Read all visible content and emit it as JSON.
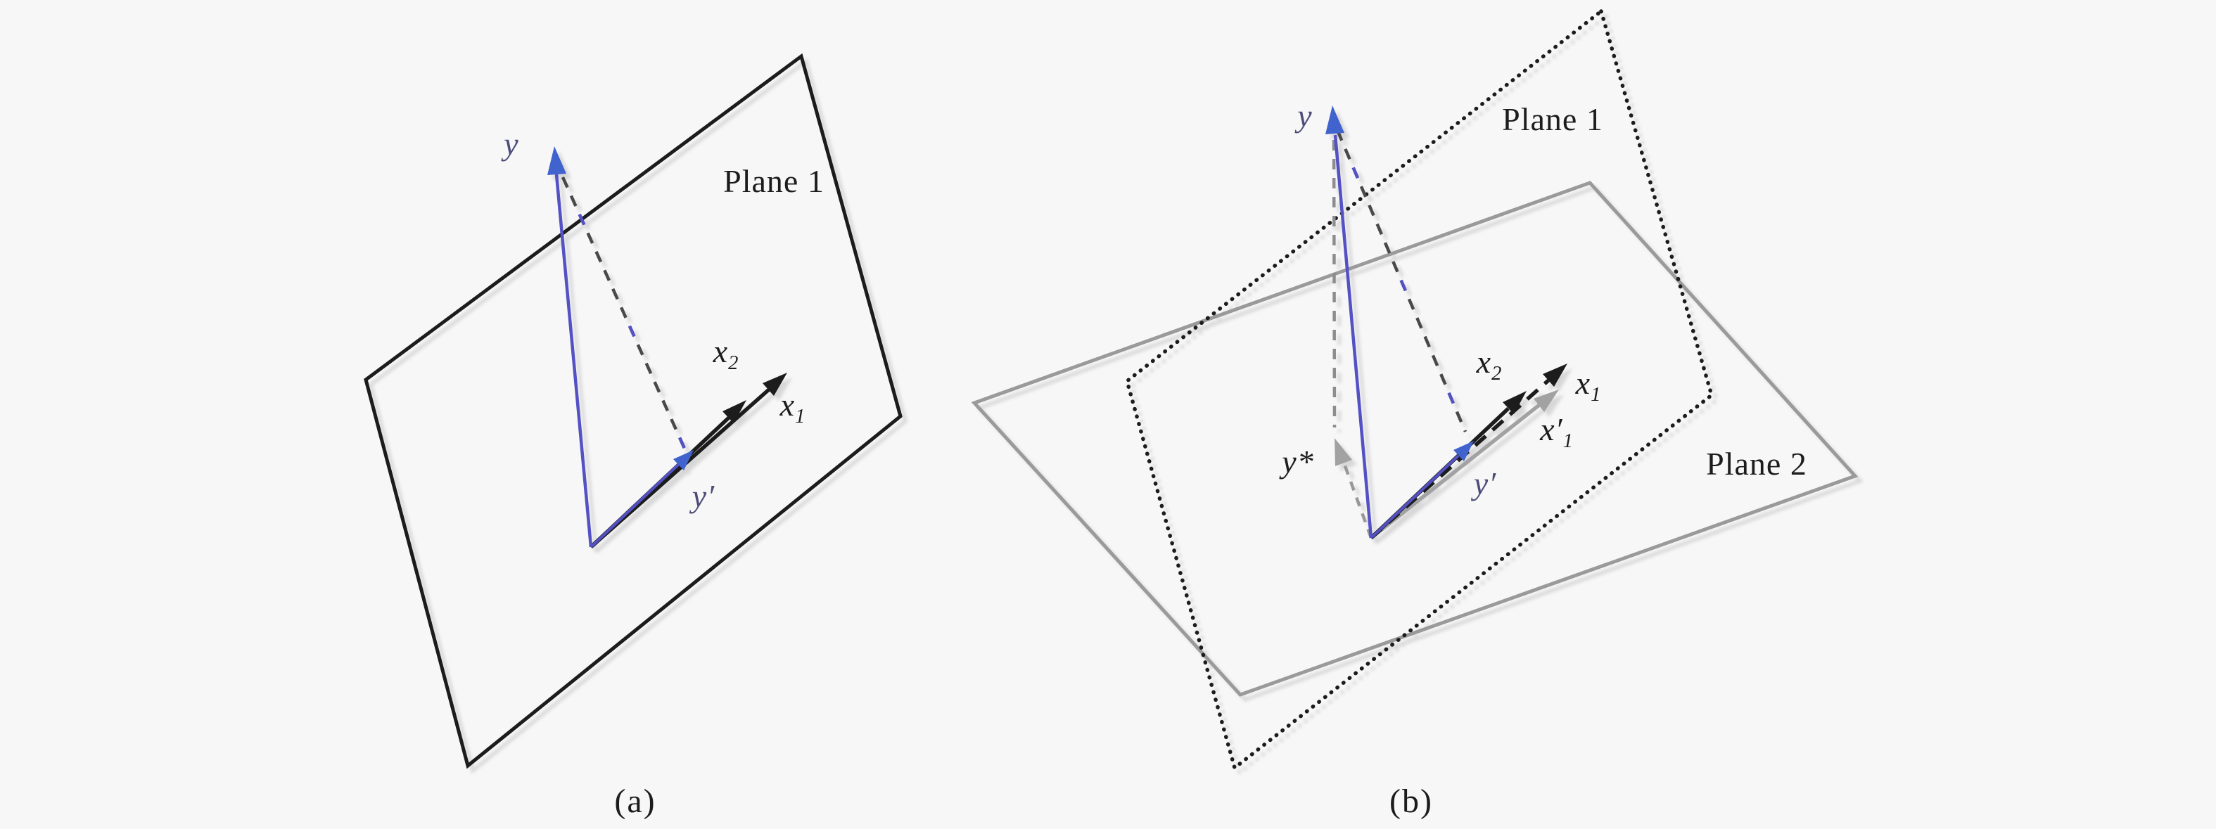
{
  "colors": {
    "background": "#f7f7f8",
    "plane1_stroke": "#1b1b1b",
    "plane2_stroke": "#9a9a9a",
    "black_arrow": "#1e1e1e",
    "gray_arrow": "#a2a2a2",
    "blue_shaft": "#5351c3",
    "blue_head": "#4064cd",
    "dash_dark": "#4a4a4a",
    "dash_gray": "#8d8d8d",
    "dash_gray_light": "#989898"
  },
  "figure_a": {
    "caption": "(a)",
    "plane1_label": "Plane 1",
    "labels": {
      "y": {
        "base": "y"
      },
      "x2": {
        "base": "x",
        "sub": "2"
      },
      "x1": {
        "base": "x",
        "sub": "1"
      },
      "y_prime": {
        "base": "y′"
      }
    }
  },
  "figure_b": {
    "caption": "(b)",
    "plane1_label": "Plane 1",
    "plane2_label": "Plane 2",
    "labels": {
      "y": {
        "base": "y"
      },
      "x2": {
        "base": "x",
        "sub": "2"
      },
      "x1": {
        "base": "x",
        "sub": "1"
      },
      "x1_prime": {
        "base": "x′",
        "sub": "1"
      },
      "y_star": {
        "base": "y*"
      },
      "y_prime": {
        "base": "y′"
      }
    }
  }
}
